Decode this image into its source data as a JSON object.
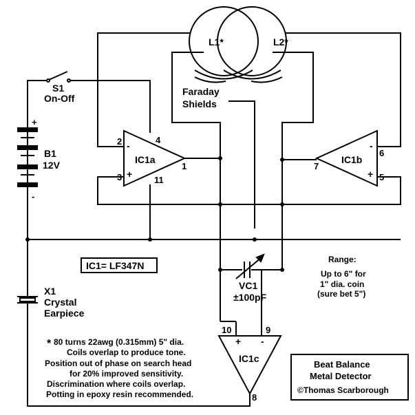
{
  "labels": {
    "coil_left": "L1*",
    "coil_right": "L2*",
    "shields_line1": "Faraday",
    "shields_line2": "Shields",
    "switch_name": "S1",
    "switch_desc": "On-Off",
    "battery_name": "B1",
    "battery_voltage": "12V",
    "battery_plus": "+",
    "battery_minus": "-",
    "ic1a": "IC1a",
    "ic1b": "IC1b",
    "ic1c": "IC1c",
    "ic_type": "IC1= LF347N",
    "vc_name": "VC1",
    "vc_value": "±100pF",
    "earpiece_name": "X1",
    "earpiece_line1": "Crystal",
    "earpiece_line2": "Earpiece",
    "range_title": "Range:",
    "range_line1": "Up to 6\" for",
    "range_line2": "1\" dia. coin",
    "range_line3": "(sure bet 5\")",
    "notes_asterisk": "*",
    "notes": [
      "80 turns 22awg (0.315mm) 5\" dia.",
      "Coils overlap to produce tone.",
      "Position out of phase on search head",
      "for 20% improved sensitivity.",
      "Discrimination where coils overlap.",
      "Potting in epoxy resin recommended."
    ],
    "title_line1": "Beat Balance",
    "title_line2": "Metal Detector",
    "credit": "©Thomas Scarborough"
  },
  "pins": {
    "ic1a_pin2": "2",
    "ic1a_pin3": "3",
    "ic1a_pin4": "4",
    "ic1a_pin11": "11",
    "ic1a_pin1": "1",
    "ic1a_minus": "-",
    "ic1a_plus": "+",
    "ic1b_pin6": "6",
    "ic1b_pin5": "5",
    "ic1b_pin7": "7",
    "ic1b_minus": "-",
    "ic1b_plus": "+",
    "ic1c_pin10": "10",
    "ic1c_pin9": "9",
    "ic1c_pin8": "8",
    "ic1c_plus": "+",
    "ic1c_minus": "-"
  }
}
